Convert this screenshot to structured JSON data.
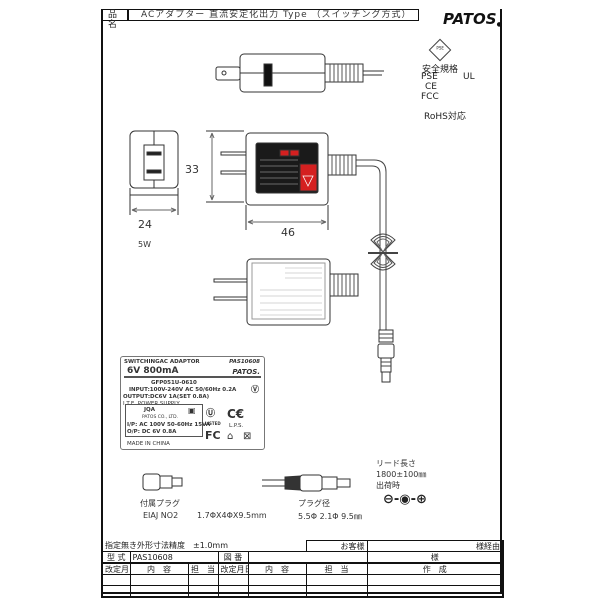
{
  "header": {
    "product_name_label": "品 名",
    "product_name": "ACアダプター 直流安定化出力 Type （スイッチング方式）",
    "brand": "PATOS"
  },
  "safety": {
    "pse_mark_text": "PSE",
    "heading": "安全規格",
    "standards": [
      "PSE",
      "UL",
      "CE",
      "FCC"
    ],
    "rohs": "RoHS対応"
  },
  "dimensions": {
    "width_mm": "24",
    "height_mm": "33",
    "length_mm": "46",
    "power": "5W"
  },
  "nameplate": {
    "type": "SWITCHINGAC ADAPTOR",
    "model": "PAS10608",
    "rating": "6V 800mA",
    "brand": "PATOS.",
    "part_no": "GFP051U-0610",
    "input": "INPUT:100V-240V AC 50/60Hz 0.2A",
    "output": "OUTPUT:DC6V  1A(SET 0.8A)",
    "supply_type": "I.T.E. POWER SUPPLY",
    "jqa": "JQA",
    "maker": "PATOS CO., LTD.",
    "ip": "I/P: AC 100V  50-60Hz 15VA",
    "op": "O/P: DC 6V 0.8A",
    "origin": "MADE IN CHINA",
    "lps": "L.P.S.",
    "listed": "LISTED"
  },
  "plugs": {
    "accessory_label": "付属プラグ",
    "accessory_spec_name": "EIAJ  NO2",
    "accessory_spec_dims": "1.7ΦX4ΦX9.5mm",
    "plug_diameter_label": "プラグ径",
    "plug_diameter": "5.5Φ  2.1Φ  9.5㎜",
    "lead_length_label": "リード長さ",
    "lead_length": "1800±100㎜",
    "shipping_label": "出荷時",
    "polarity": "⊖-◉-⊕"
  },
  "footer": {
    "tolerance": "指定無き外形寸法精度　±1.0mm",
    "customer_label": "お客様",
    "via_label": "様経由",
    "sama": "様",
    "model_label": "型 式",
    "model_value": "PAS10608",
    "drawing_no_label": "図 番",
    "drawing_no_value": "",
    "columns": [
      "改定月日",
      "内　容",
      "担　当",
      "改定月日",
      "内　容",
      "担　当",
      "作　成"
    ]
  }
}
